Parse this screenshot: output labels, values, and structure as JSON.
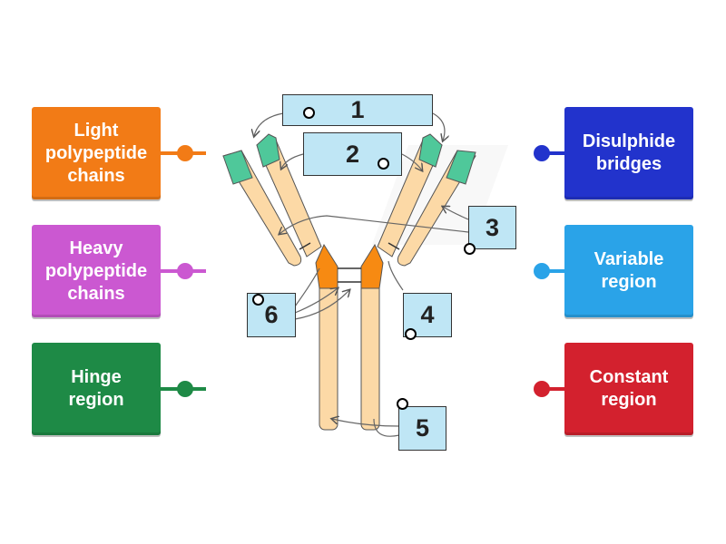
{
  "labels": {
    "light": {
      "text": [
        "Light",
        "polypeptide",
        "chains"
      ],
      "color": "#f27b16",
      "dot": "#f27b16"
    },
    "heavy": {
      "text": [
        "Heavy",
        "polypeptide",
        "chains"
      ],
      "color": "#cb58d1",
      "dot": "#cb58d1"
    },
    "hinge": {
      "text": [
        "Hinge",
        "region"
      ],
      "color": "#1e8a46",
      "dot": "#1e8a46"
    },
    "disulphide": {
      "text": [
        "Disulphide",
        "bridges"
      ],
      "color": "#2233cc",
      "dot": "#2233cc"
    },
    "variable": {
      "text": [
        "Variable",
        "region"
      ],
      "color": "#2aa3e8",
      "dot": "#2aa3e8"
    },
    "constant": {
      "text": [
        "Constant",
        "region"
      ],
      "color": "#d3212e",
      "dot": "#d3212e"
    }
  },
  "boxes": {
    "b1": "1",
    "b2": "2",
    "b3": "3",
    "b4": "4",
    "b5": "5",
    "b6": "6"
  },
  "colors": {
    "arm": "#fcd9a6",
    "tip": "#4fc89a",
    "hinge": "#f78a12",
    "box_fill": "#bfe6f5"
  }
}
